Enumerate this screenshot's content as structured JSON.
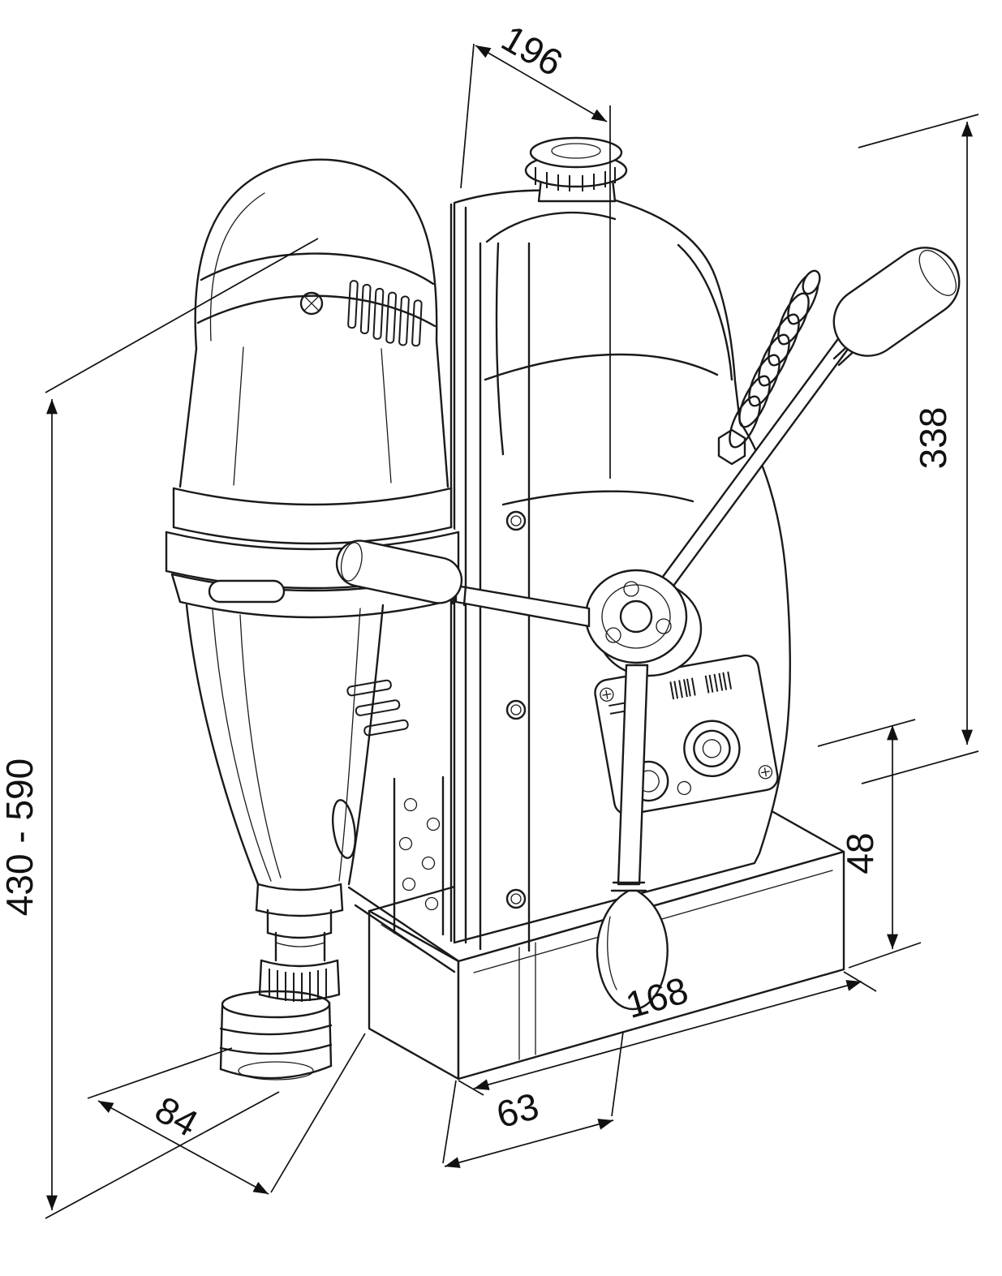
{
  "drawing": {
    "background_color": "#ffffff",
    "line_color": "#1a1a1a",
    "dimensions": {
      "top_depth": "196",
      "right_height": "338",
      "left_height_range": "430 - 590",
      "base_height": "48",
      "base_length": "168",
      "base_front_width": "63",
      "spindle_offset": "84"
    }
  }
}
